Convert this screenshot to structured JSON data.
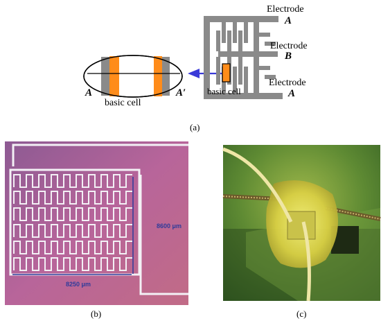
{
  "panel_a": {
    "label": "(a)",
    "basic_cell_label": "basic cell",
    "section_start": "A",
    "section_end": "A′",
    "electrode_word": "Electrode",
    "electrodes": [
      {
        "letter": "A"
      },
      {
        "letter": "B"
      },
      {
        "letter": "A"
      }
    ],
    "inset_label": "basic cell",
    "colors": {
      "electrode": "#8a8a8a",
      "cell_highlight": "#ff8c1a",
      "arrow": "#3a3ad8"
    }
  },
  "panel_b": {
    "label": "(b)",
    "dimension_vertical": "8600 μm",
    "dimension_horizontal": "8250 μm",
    "colors": {
      "background": "#a8638c",
      "pattern": "#f3f0f5",
      "dimension": "#2f3b9a"
    }
  },
  "panel_c": {
    "label": "(c)",
    "colors": {
      "background": "#4f7c2e",
      "device": "#e0d84a"
    }
  }
}
